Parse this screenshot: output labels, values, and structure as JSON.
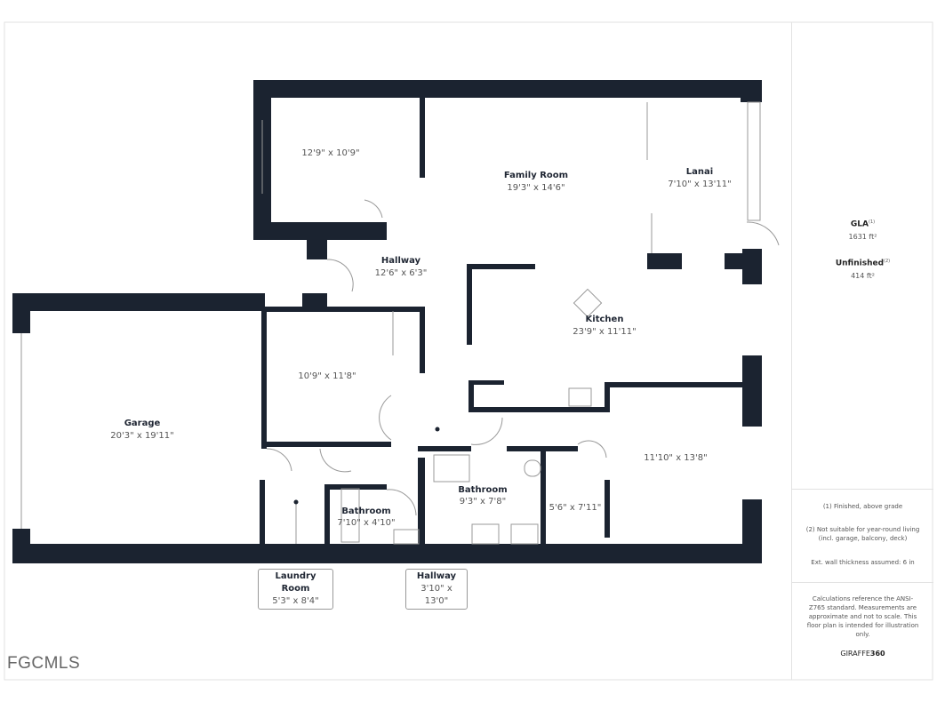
{
  "colors": {
    "wall": "#1b2330",
    "window": "#ffffff",
    "frame": "#e2e2e2"
  },
  "rooms": [
    {
      "name": "",
      "dims": "12'9\" x 10'9\""
    },
    {
      "name": "Family Room",
      "dims": "19'3\" x 14'6\""
    },
    {
      "name": "Lanai",
      "dims": "7'10\" x 13'11\""
    },
    {
      "name": "Hallway",
      "dims": "12'6\" x 6'3\""
    },
    {
      "name": "Kitchen",
      "dims": "23'9\" x 11'11\""
    },
    {
      "name": "",
      "dims": "10'9\" x 11'8\""
    },
    {
      "name": "Garage",
      "dims": "20'3\" x 19'11\""
    },
    {
      "name": "",
      "dims": "11'10\" x 13'8\""
    },
    {
      "name": "Bathroom",
      "dims": "9'3\" x 7'8\""
    },
    {
      "name": "Bathroom",
      "dims": "7'10\" x 4'10\""
    },
    {
      "name": "",
      "dims": "5'6\" x 7'11\""
    }
  ],
  "tags": [
    {
      "name": "Laundry Room",
      "dims": "5'3\" x 8'4\""
    },
    {
      "name": "Hallway",
      "dims": "3'10\" x 13'0\""
    }
  ],
  "summary": {
    "gla_label": "GLA",
    "gla_sup": "(1)",
    "gla_value": "1631 ft²",
    "unfinished_label": "Unfinished",
    "unfinished_sup": "(2)",
    "unfinished_value": "414 ft²"
  },
  "notes": {
    "n1": "(1) Finished, above grade",
    "n2": "(2) Not suitable for year-round living (incl. garage, balcony, deck)",
    "n3": "Ext. wall thickness assumed: 6 in",
    "disclaimer": "Calculations reference the ANSI-Z765 standard. Measurements are approximate and not to scale. This floor plan is intended for illustration only.",
    "brand_a": "GIRAFFE",
    "brand_b": "360"
  },
  "watermark": "FGCMLS"
}
